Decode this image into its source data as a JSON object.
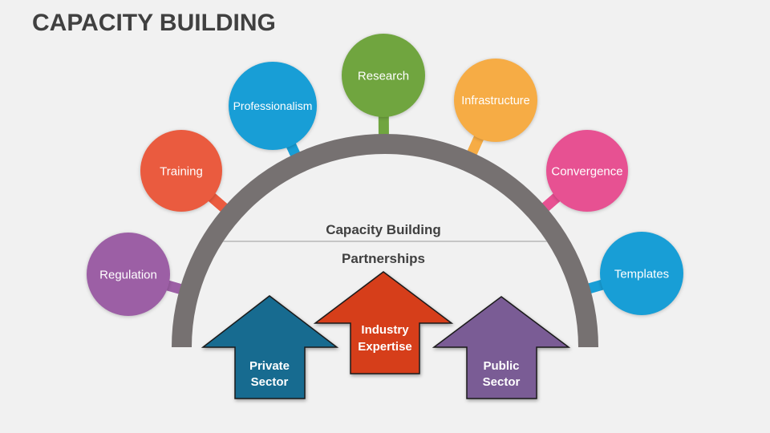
{
  "title": "CAPACITY BUILDING",
  "background_color": "#F1F1F1",
  "arc": {
    "color": "#767171",
    "divider_color": "#9A9A9A",
    "label_top": "Capacity Building",
    "label_bottom": "Partnerships",
    "label_color": "#404040"
  },
  "nodes": [
    {
      "label": "Regulation",
      "color": "#9C5FA5"
    },
    {
      "label": "Training",
      "color": "#EA5B3F"
    },
    {
      "label": "Professionalism",
      "color": "#189ED6"
    },
    {
      "label": "Research",
      "color": "#70A53F"
    },
    {
      "label": "Infrastructure",
      "color": "#F6AC45"
    },
    {
      "label": "Convergence",
      "color": "#E75192"
    },
    {
      "label": "Templates",
      "color": "#189ED6"
    }
  ],
  "arrows": [
    {
      "label": [
        "Private",
        "Sector"
      ],
      "color": "#176B90",
      "outline": "#1A1A1A"
    },
    {
      "label": [
        "Industry",
        "Expertise"
      ],
      "color": "#D63E1A",
      "outline": "#1A1A1A"
    },
    {
      "label": [
        "Public",
        "Sector"
      ],
      "color": "#7A5C95",
      "outline": "#1A1A1A"
    }
  ],
  "node_text_color": "#FFFFFF"
}
